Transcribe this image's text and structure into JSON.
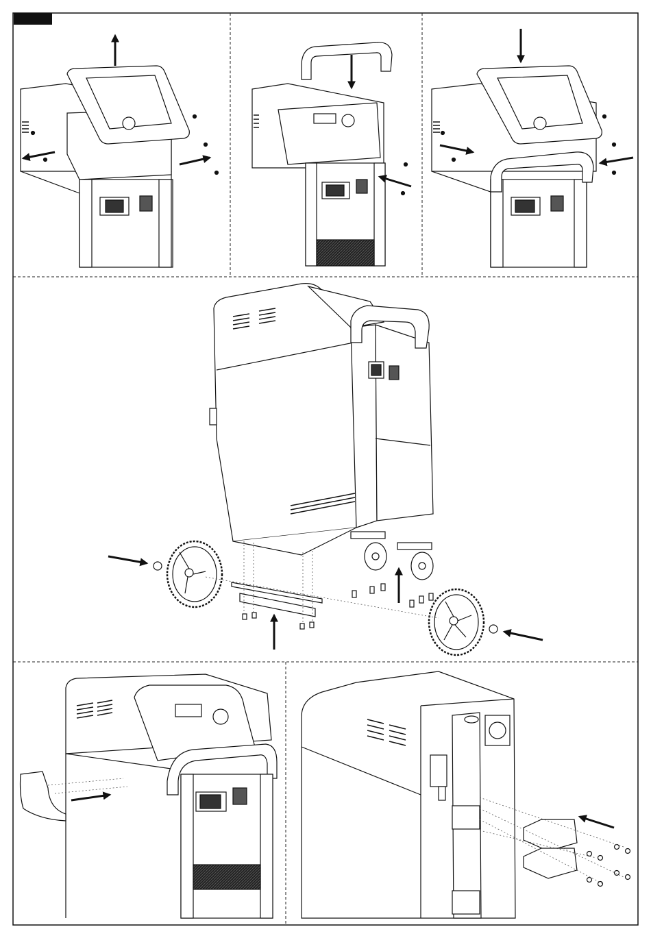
{
  "page": {
    "header_tab_color": "#111111",
    "line_color": "#1a1a1a",
    "divider_style": "dashed"
  },
  "panels": [
    {
      "id": "step-1",
      "subject": "handle-removal",
      "arrows": [
        "up",
        "left",
        "right"
      ]
    },
    {
      "id": "step-2",
      "subject": "new-handle-install",
      "arrows": [
        "down",
        "left"
      ]
    },
    {
      "id": "step-3",
      "subject": "handle-refit",
      "arrows": [
        "down",
        "right",
        "left"
      ]
    },
    {
      "id": "step-4",
      "subject": "wheel-and-caster-assembly",
      "arrows": [
        "right",
        "up",
        "up",
        "left"
      ]
    },
    {
      "id": "step-5",
      "subject": "side-tray-mount",
      "arrows": [
        "right"
      ]
    },
    {
      "id": "step-6",
      "subject": "rear-bracket-mount",
      "arrows": [
        "left"
      ]
    }
  ],
  "icons": {
    "arrow": "arrow-icon",
    "screw": "screw-icon",
    "wheel": "wheel-icon",
    "caster": "caster-icon",
    "vent": "vent-icon",
    "socket": "socket-icon",
    "knob": "knob-icon"
  }
}
